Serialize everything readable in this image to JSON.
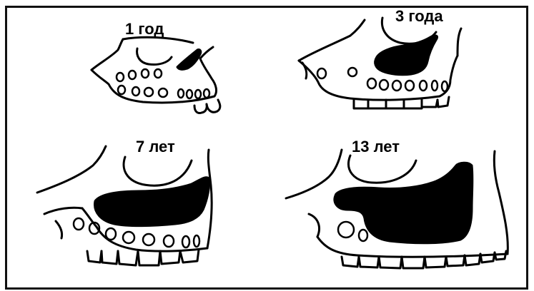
{
  "panels": [
    {
      "label": "1 год"
    },
    {
      "label": "3 года"
    },
    {
      "label": "7 лет"
    },
    {
      "label": "13 лет"
    }
  ],
  "colors": {
    "line": "#000000",
    "sinus_fill": "#000000",
    "background": "#ffffff"
  }
}
